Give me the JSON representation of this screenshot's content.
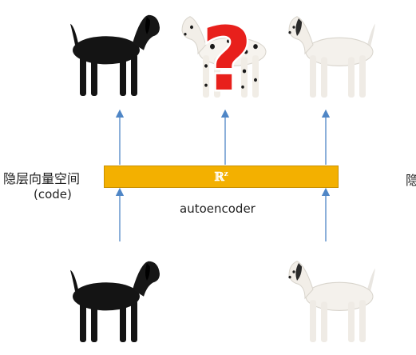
{
  "labels": {
    "latent_space_line1": "隐层向量空间",
    "latent_space_line2": "(code)",
    "latent_space_cut": "隐",
    "autoencoder": "autoencoder"
  },
  "code_vector": {
    "symbol": "ℝ",
    "superscript": "z"
  },
  "question_mark": "?",
  "images": {
    "input_left": "black-dog",
    "input_right": "white-dalmatian-dog",
    "output_left": "black-dog",
    "output_middle": "spotted-dalmatian-dog",
    "output_right": "white-dalmatian-dog"
  },
  "colors": {
    "bar": "#f3b000",
    "arrow": "#4f86c6",
    "question": "#e8201c"
  }
}
